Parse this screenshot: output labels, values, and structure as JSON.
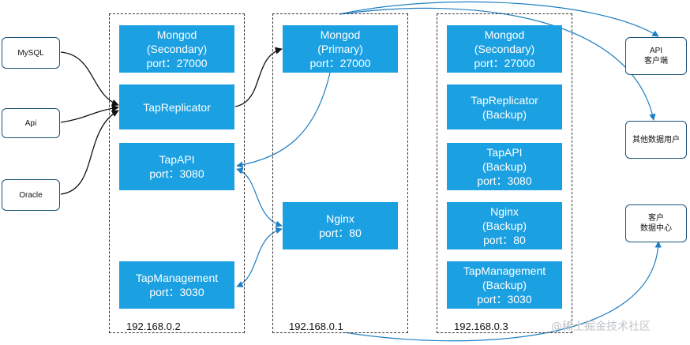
{
  "sources": {
    "mysql": "MySQL",
    "api": "Api",
    "oracle": "Oracle"
  },
  "consumers": {
    "api_client": [
      "API",
      "客户端"
    ],
    "other_users": [
      "其他数据用户"
    ],
    "customer_dc": [
      "客户",
      "数据中心"
    ]
  },
  "servers": {
    "s2": {
      "ip": "192.168.0.2",
      "mongod": [
        "Mongod",
        "(Secondary)",
        "port：27000"
      ],
      "replicator": [
        "TapReplicator"
      ],
      "tapapi": [
        "TapAPI",
        "port：3080"
      ],
      "management": [
        "TapManagement",
        "port：3030"
      ]
    },
    "s1": {
      "ip": "192.168.0.1",
      "mongod": [
        "Mongod",
        "(Primary)",
        "port：27000"
      ],
      "nginx": [
        "Nginx",
        "port：80"
      ]
    },
    "s3": {
      "ip": "192.168.0.3",
      "mongod": [
        "Mongod",
        "(Secondary)",
        "port：27000"
      ],
      "replicator": [
        "TapReplicator",
        "(Backup)"
      ],
      "tapapi": [
        "TapAPI",
        "(Backup)",
        "port：3080"
      ],
      "nginx": [
        "Nginx",
        "(Backup)",
        "port：80"
      ],
      "management": [
        "TapManagement",
        "(Backup)",
        "port：3030"
      ]
    }
  },
  "watermark": "@稀土掘金技术社区",
  "colors": {
    "node_fill": "#1ba1e2",
    "node_text": "#ffffff",
    "link_blue": "#1f7fc4",
    "link_black": "#111111"
  }
}
